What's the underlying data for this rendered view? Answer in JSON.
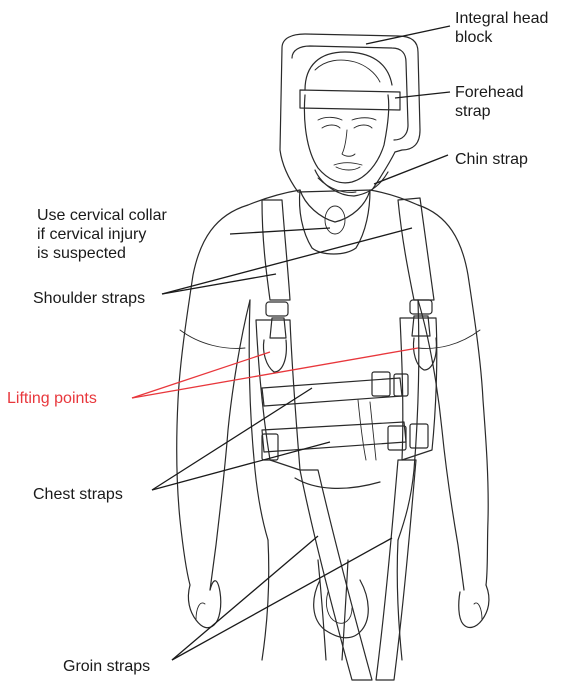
{
  "labels": {
    "head_block": [
      "Integral head",
      "block"
    ],
    "forehead_strap": [
      "Forehead",
      "strap"
    ],
    "chin_strap": "Chin strap",
    "cervical_collar": [
      "Use cervical collar",
      "if cervical injury",
      "is suspected"
    ],
    "shoulder_straps": "Shoulder straps",
    "lifting_points": "Lifting points",
    "chest_straps": "Chest straps",
    "groin_straps": "Groin straps"
  },
  "colors": {
    "line": "#2a2a2a",
    "label": "#1a1a1a",
    "highlight": "#e8373c"
  }
}
